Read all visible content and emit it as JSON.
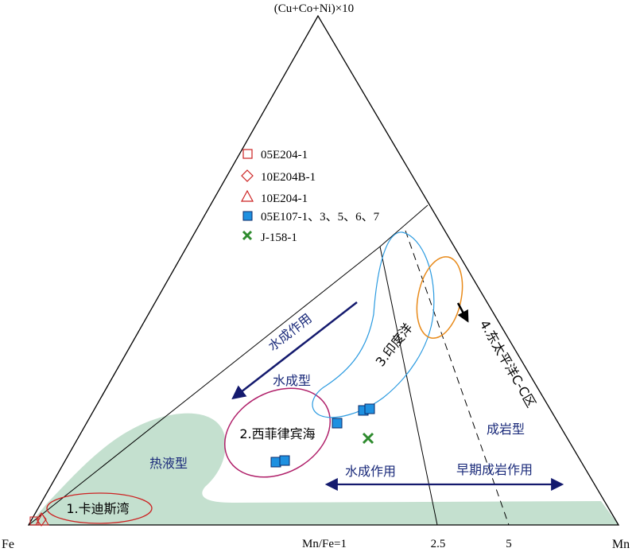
{
  "vertices": {
    "top": "(Cu+Co+Ni)×10",
    "left": "Fe",
    "right": "Mn"
  },
  "bottom_ticks": {
    "mn_fe_1": "Mn/Fe=1",
    "v2_5": "2.5",
    "v5": "5"
  },
  "legend": [
    {
      "symbol": "open-square",
      "label": "05E204-1",
      "color": "#cc2222"
    },
    {
      "symbol": "open-diamond",
      "label": "10E204B-1",
      "color": "#cc2222"
    },
    {
      "symbol": "open-triangle",
      "label": "10E204-1",
      "color": "#cc2222"
    },
    {
      "symbol": "filled-square",
      "label": "05E107-1、3、5、6、7",
      "color": "#1e90e0"
    },
    {
      "symbol": "x-cross",
      "label": "J-158-1",
      "color": "#2e8b2e"
    }
  ],
  "regions": {
    "hydrothermal": "热液型",
    "hydrogenetic": "水成型",
    "diagenetic": "成岩型"
  },
  "fields": {
    "kadi": "1.卡迪斯湾",
    "philippine": "2.西菲律宾海",
    "indian": "3.印度洋",
    "east_pacific": "4.东太平洋C-C区"
  },
  "arrows": {
    "hydrogenesis_diag": "水成作用",
    "hydrogenesis_horiz": "水成作用",
    "early_diagenesis": "早期成岩作用"
  },
  "colors": {
    "hydrothermal_fill": "#c4e0cf",
    "ellipse_red": "#cc2222",
    "ellipse_magenta": "#b0206a",
    "contour_blue": "#2a9ae0",
    "ellipse_orange": "#e88a1a",
    "arrow_navy": "#141a6e",
    "text_navy": "#1a2a7a",
    "sample_blue": "#1e90e0",
    "sample_green": "#2e8b2e"
  }
}
